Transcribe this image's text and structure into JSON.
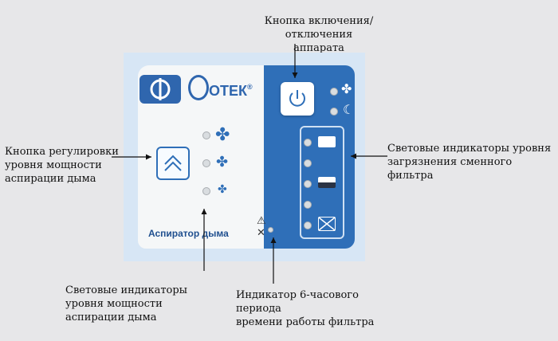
{
  "callouts": {
    "power": "Кнопка включения/отключения аппарата",
    "power_line1": "Кнопка включения/отключения",
    "power_line2": "аппарата",
    "adjust_line1": "Кнопка регулировки",
    "adjust_line2": "уровня мощности",
    "adjust_line3": "аспирации дыма",
    "filter_line1": "Световые индикаторы уровня",
    "filter_line2": "загрязнения сменного фильтра",
    "power_leds_line1": "Световые индикаторы",
    "power_leds_line2": "уровня мощности",
    "power_leds_line3": "аспирации дыма",
    "timer_line1": "Индикатор 6-часового периода",
    "timer_line2": "времени работы фильтра"
  },
  "panel": {
    "brand": "ФОТЕК",
    "brand_text": "ОТЕК",
    "registered": "®",
    "label": "Аспиратор дыма"
  },
  "icons": {
    "fan": "fan-icon",
    "moon": "moon-icon",
    "power": "power-icon",
    "warning": "warning-icon",
    "filter_replace": "crossed-filter-icon"
  },
  "colors": {
    "accent_blue": "#2f6fb8",
    "background": "#e7e7e9"
  }
}
